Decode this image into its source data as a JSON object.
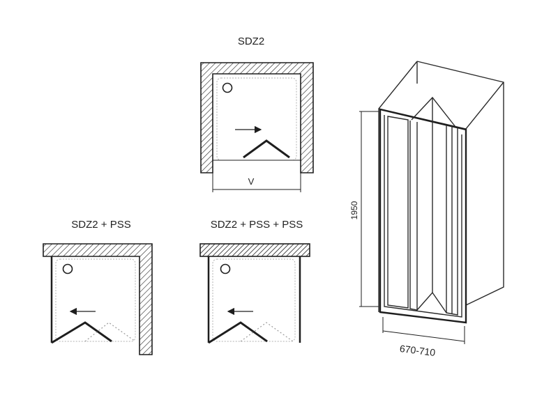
{
  "diagrams": {
    "sdz2": {
      "title": "SDZ2",
      "width_label": "V"
    },
    "sdz2_pss": {
      "title": "SDZ2 + PSS"
    },
    "sdz2_pss_pss": {
      "title": "SDZ2 + PSS + PSS"
    }
  },
  "perspective": {
    "height_label": "1950",
    "width_label": "670-710"
  },
  "colors": {
    "line": "#1e1e1e",
    "hatch": "#1e1e1e",
    "tray_dashes": "#b0b0b0",
    "background": "#ffffff"
  }
}
